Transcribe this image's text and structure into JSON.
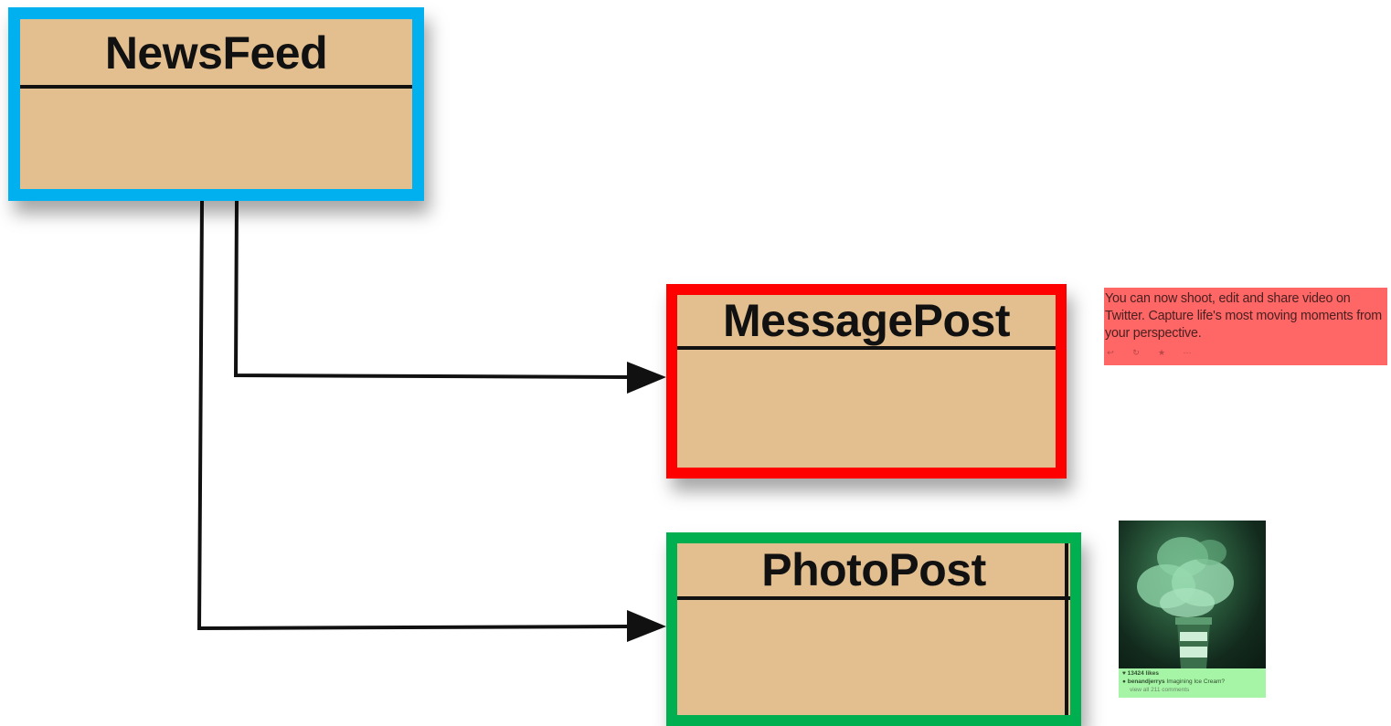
{
  "diagram": {
    "classes": {
      "newsfeed": {
        "name": "NewsFeed",
        "border_color": "#00b0ef"
      },
      "messagepost": {
        "name": "MessagePost",
        "border_color": "#ff0000"
      },
      "photopost": {
        "name": "PhotoPost",
        "border_color": "#00b050"
      }
    },
    "fill_color": "#e3bf90",
    "connectors": [
      {
        "from": "NewsFeed",
        "to": "MessagePost",
        "arrow": "filled-triangle"
      },
      {
        "from": "NewsFeed",
        "to": "PhotoPost",
        "arrow": "filled-triangle"
      }
    ]
  },
  "tweet_example": {
    "text": "You can now shoot, edit and share video on Twitter. Capture life's most moving moments from your perspective.",
    "background": "#ff6666",
    "action_icons": [
      "reply-icon",
      "retweet-icon",
      "favorite-icon",
      "more-icon"
    ]
  },
  "photo_example": {
    "likes": "13424 likes",
    "username": "benandjerrys",
    "caption": "Imagining Ice Cream?",
    "comments": "view all 211 comments",
    "background": "#a6f4a6"
  }
}
